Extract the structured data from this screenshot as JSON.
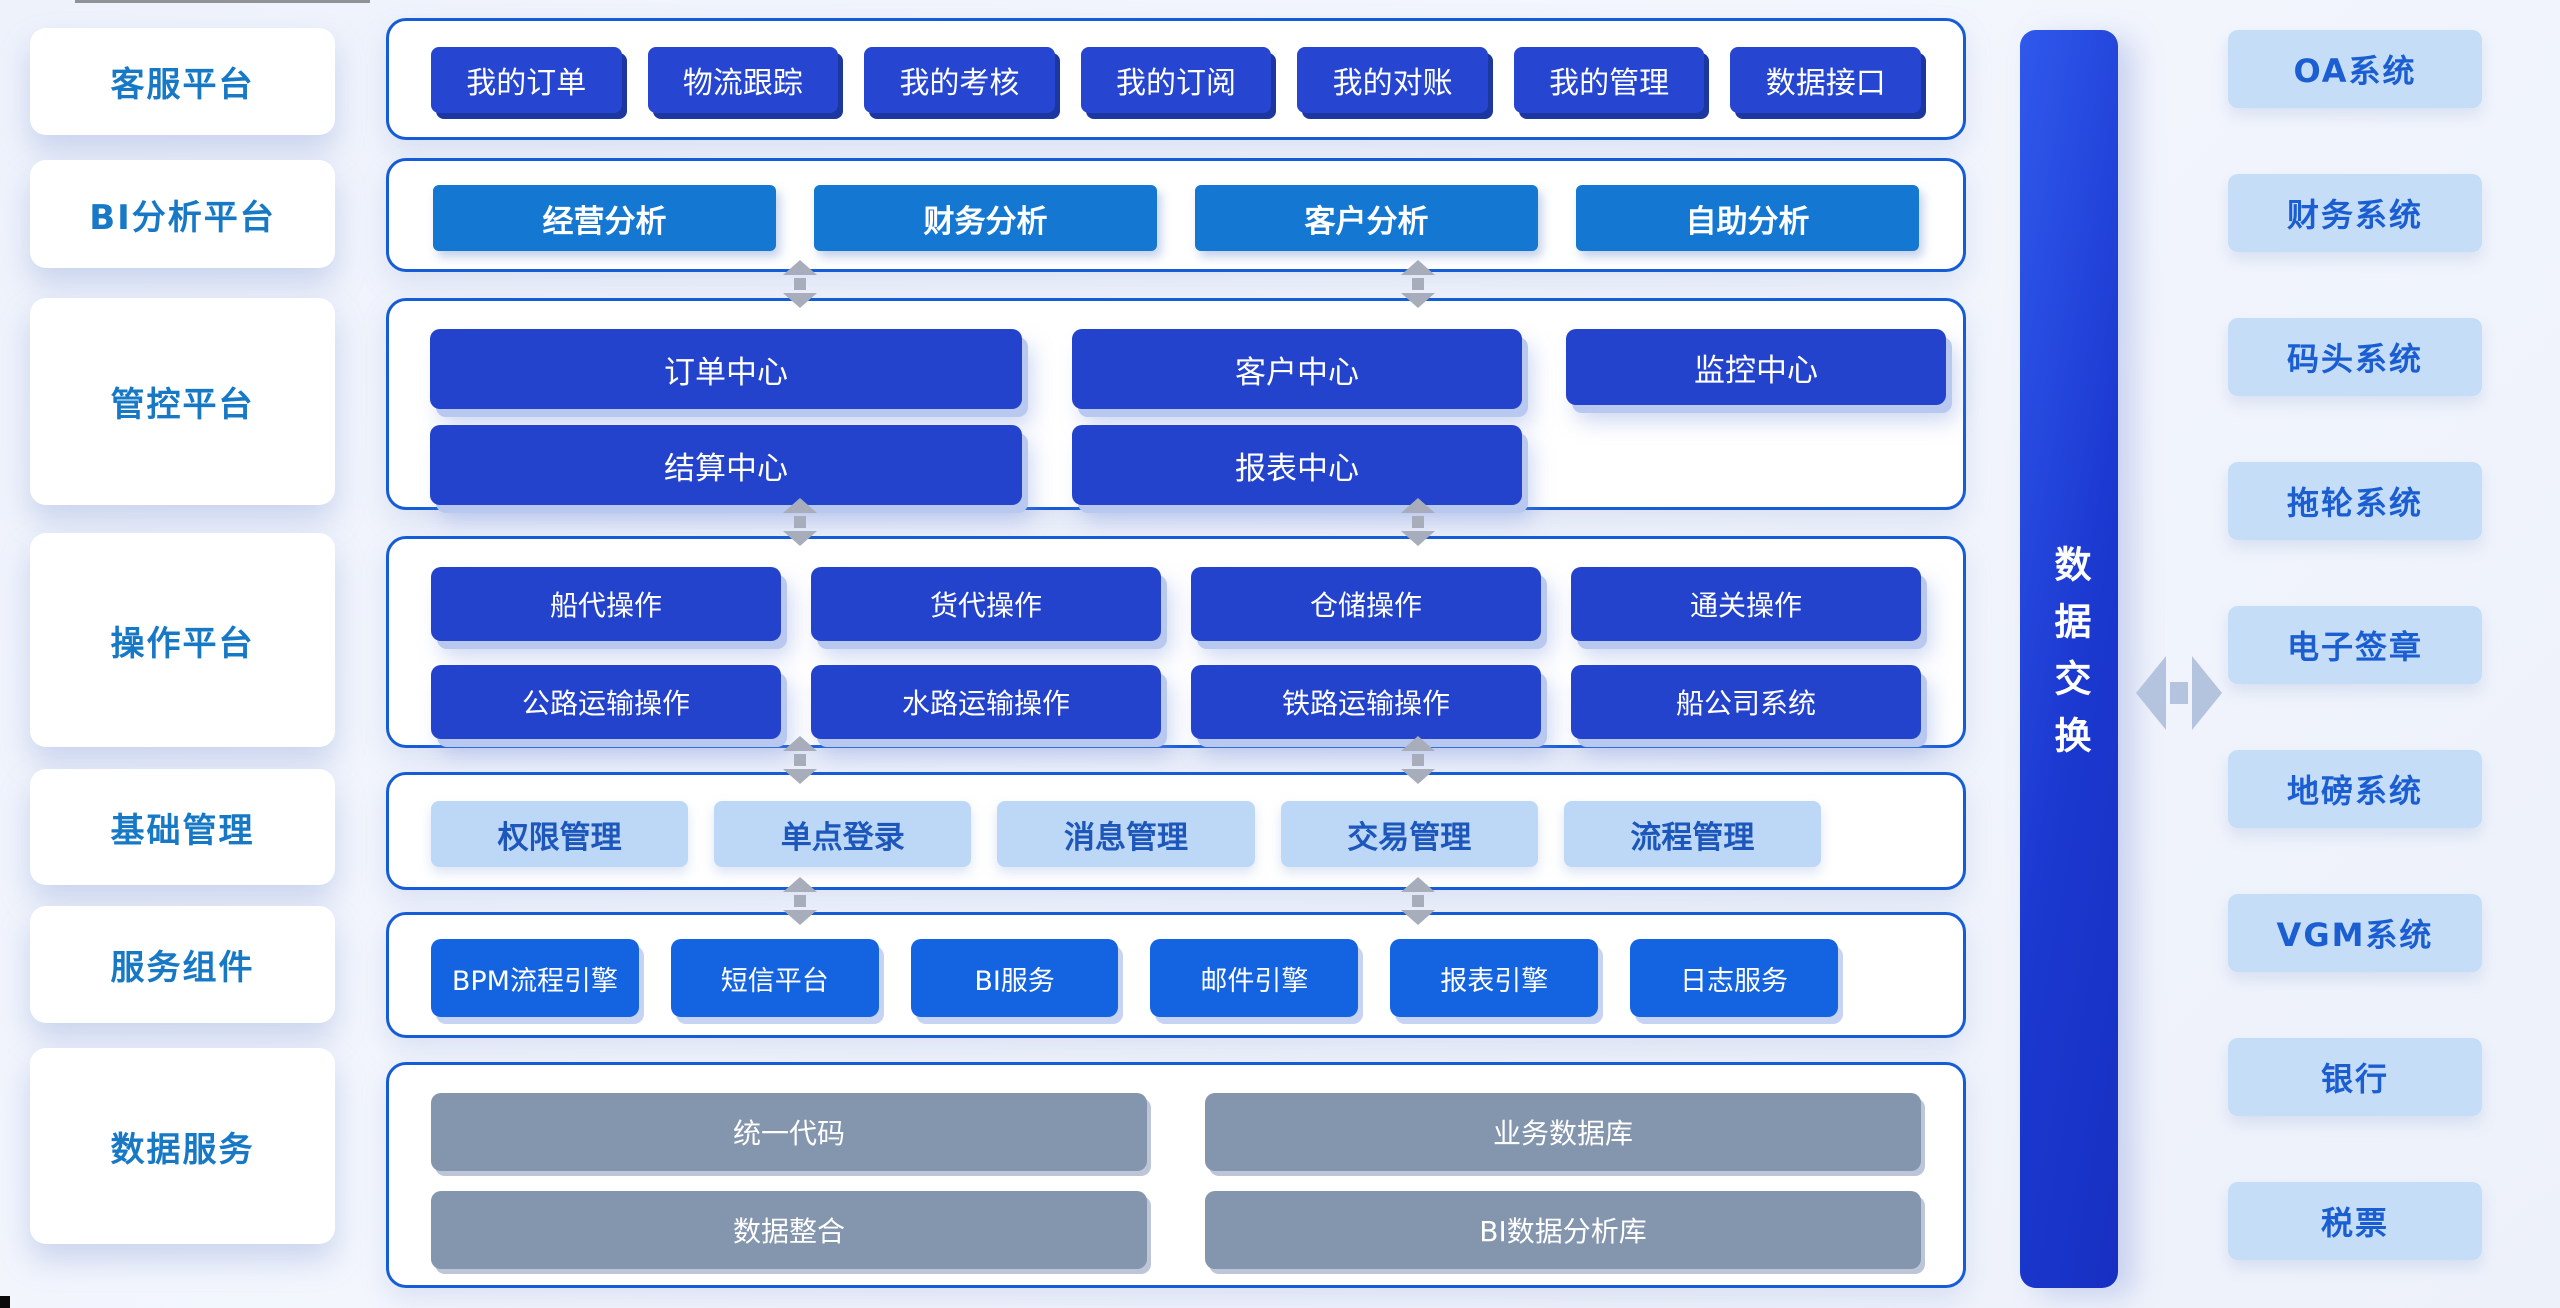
{
  "left_platforms": [
    "客服平台",
    "BI分析平台",
    "管控平台",
    "操作平台",
    "基础管理",
    "服务组件",
    "数据服务"
  ],
  "modules": {
    "customer_service": [
      "我的订单",
      "物流跟踪",
      "我的考核",
      "我的订阅",
      "我的对账",
      "我的管理",
      "数据接口"
    ],
    "bi_analysis": [
      "经营分析",
      "财务分析",
      "客户分析",
      "自助分析"
    ],
    "control_row1": [
      "订单中心",
      "客户中心",
      "监控中心"
    ],
    "control_row2": [
      "结算中心",
      "报表中心"
    ],
    "operation_row1": [
      "船代操作",
      "货代操作",
      "仓储操作",
      "通关操作"
    ],
    "operation_row2": [
      "公路运输操作",
      "水路运输操作",
      "铁路运输操作",
      "船公司系统"
    ],
    "base_management": [
      "权限管理",
      "单点登录",
      "消息管理",
      "交易管理",
      "流程管理"
    ],
    "service_components": [
      "BPM流程引擎",
      "短信平台",
      "BI服务",
      "邮件引擎",
      "报表引擎",
      "日志服务"
    ],
    "data_service_row1": [
      "统一代码",
      "业务数据库"
    ],
    "data_service_row2": [
      "数据整合",
      "BI数据分析库"
    ]
  },
  "data_exchange_label": "数据交换",
  "external_systems": [
    "OA系统",
    "财务系统",
    "码头系统",
    "拖轮系统",
    "电子签章",
    "地磅系统",
    "VGM系统",
    "银行",
    "税票"
  ],
  "colors": {
    "section_border": "#155cd8",
    "module_dark_blue": "#2646d2",
    "module_center_blue": "#2443cd",
    "module_bright_blue": "#1478d2",
    "module_service_blue": "#1464e2",
    "module_light_blue_bg": "#bdd8f6",
    "module_light_blue_text": "#1d57bb",
    "module_gray": "#8495ae",
    "platform_text": "#1778c6",
    "external_card_bg": "#c6ddf7",
    "external_text": "#1b5ed2",
    "data_exchange_start": "#3059ec",
    "data_exchange_end": "#1730c2",
    "arrow_gray": "#a7adba",
    "arrow_light_blue": "#b5c4de"
  }
}
